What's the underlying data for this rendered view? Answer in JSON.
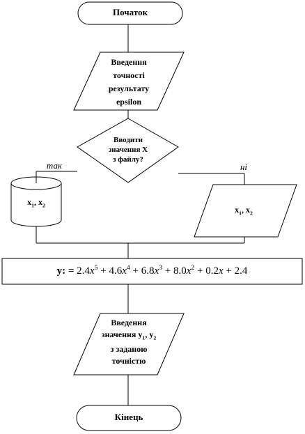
{
  "start": "Початок",
  "input_precision": [
    "Введення",
    "точності",
    "результату",
    "epsilon"
  ],
  "decision": [
    "Вводити",
    "значення X",
    "з файлу?"
  ],
  "branch_yes": "так",
  "branch_no": "ні",
  "file_vars": {
    "a": "x",
    "a_sub": "1",
    "sep": ", ",
    "b": "x",
    "b_sub": "2"
  },
  "manual_vars": {
    "a": "x",
    "a_sub": "1",
    "sep": ", ",
    "b": "x",
    "b_sub": "2"
  },
  "formula": {
    "lhs": "y: =",
    "terms": [
      {
        "coef": "2.4",
        "var": "x",
        "pow": "5",
        "op": " + "
      },
      {
        "coef": "4.6",
        "var": "x",
        "pow": "4",
        "op": " + "
      },
      {
        "coef": "6.8",
        "var": "x",
        "pow": "3",
        "op": " + "
      },
      {
        "coef": "8.0",
        "var": "x",
        "pow": "2",
        "op": " + "
      },
      {
        "coef": "0.2",
        "var": "x",
        "pow": "",
        "op": " + "
      },
      {
        "coef": "2.4",
        "var": "",
        "pow": "",
        "op": ""
      }
    ]
  },
  "input_values": {
    "line1": "Введення",
    "line2_pre": "значення y",
    "line2_sub1": "1",
    "line2_mid": ", y",
    "line2_sub2": "2",
    "line3": "з заданою",
    "line4": "точністю"
  },
  "end": "Кінець"
}
